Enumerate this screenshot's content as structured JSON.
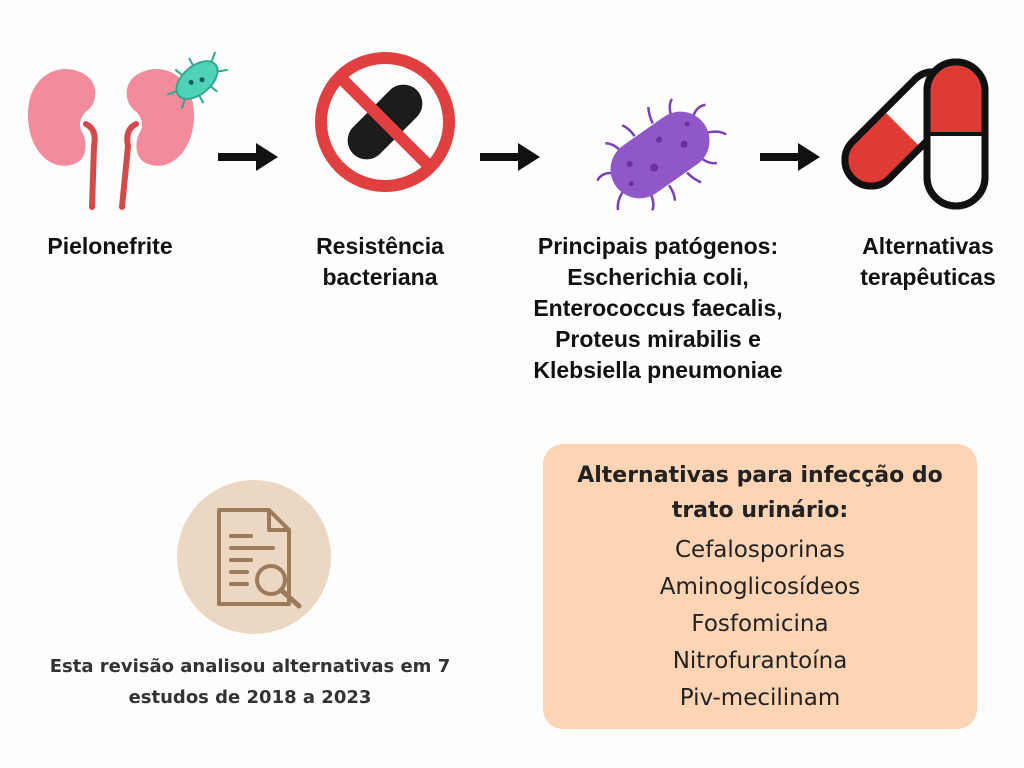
{
  "flow": {
    "steps": [
      {
        "lines": [
          "Pielonefrite"
        ],
        "icon": "kidneys-bacteria-icon"
      },
      {
        "lines": [
          "Resistência",
          "bacteriana"
        ],
        "icon": "no-pill-icon"
      },
      {
        "lines": [
          "Principais patógenos:",
          "Escherichia coli,",
          "Enterococcus faecalis,",
          "Proteus mirabilis e",
          "Klebsiella pneumoniae"
        ],
        "icon": "bacterium-icon"
      },
      {
        "lines": [
          "Alternativas",
          "terapêuticas"
        ],
        "icon": "capsule-icon"
      }
    ]
  },
  "panel": {
    "title_lines": [
      "Alternativas para infecção do",
      "trato urinário:"
    ],
    "items": [
      "Cefalosporinas",
      "Aminoglicosídeos",
      "Fosfomicina",
      "Nitrofurantoína",
      "Piv-mecilinam"
    ],
    "background": "#fdd5b5"
  },
  "review": {
    "icon": "document-search-icon",
    "text_lines": [
      "Esta revisão analisou alternativas em 7",
      "estudos de 2018 a 2023"
    ]
  },
  "colors": {
    "kidney": "#f28b9c",
    "ureter": "#d44a4a",
    "bacteria_teal": "#4fd3b8",
    "no_sign": "#e04040",
    "bacterium_purple": "#9057c9",
    "capsule_red": "#e03a35",
    "review_circle": "#ecd8c2",
    "review_icon": "#9a7b5a"
  }
}
